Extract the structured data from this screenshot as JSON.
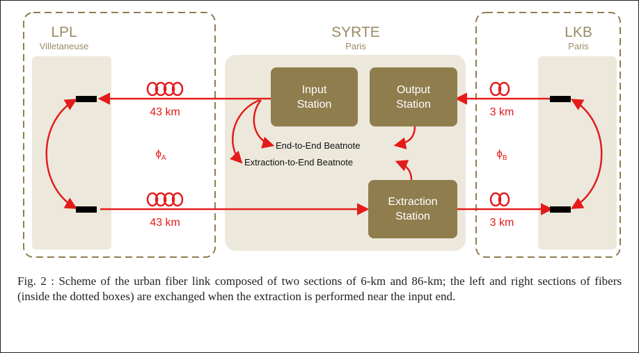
{
  "sites": {
    "lpl": {
      "name": "LPL",
      "location": "Villetaneuse"
    },
    "syrte": {
      "name": "SYRTE",
      "location": "Paris"
    },
    "lkb": {
      "name": "LKB",
      "location": "Paris"
    }
  },
  "stations": {
    "input": {
      "label": "Input\nStation"
    },
    "output": {
      "label": "Output\nStation"
    },
    "extraction": {
      "label": "Extraction\nStation"
    }
  },
  "fibers": {
    "left_top": "43 km",
    "left_bottom": "43 km",
    "right_top": "3 km",
    "right_bottom": "3 km"
  },
  "phases": {
    "a": {
      "symbol": "ϕ",
      "subscript": "A"
    },
    "b": {
      "symbol": "ϕ",
      "subscript": "B"
    }
  },
  "beatnotes": {
    "end_to_end": "End-to-End Beatnote",
    "extraction_to_end": "Extraction-to-End Beatnote"
  },
  "caption": "Fig. 2 : Scheme of the urban fiber link composed of two sections of 6-km and 86-km; the left and right sections of fibers (inside the dotted boxes) are exchanged when the extraction is performed near the input end.",
  "colors": {
    "fiber": "#e41b1b",
    "station": "#8f7d4e",
    "panel": "#ede8dc",
    "dashed_border": "#8f7d4e"
  }
}
